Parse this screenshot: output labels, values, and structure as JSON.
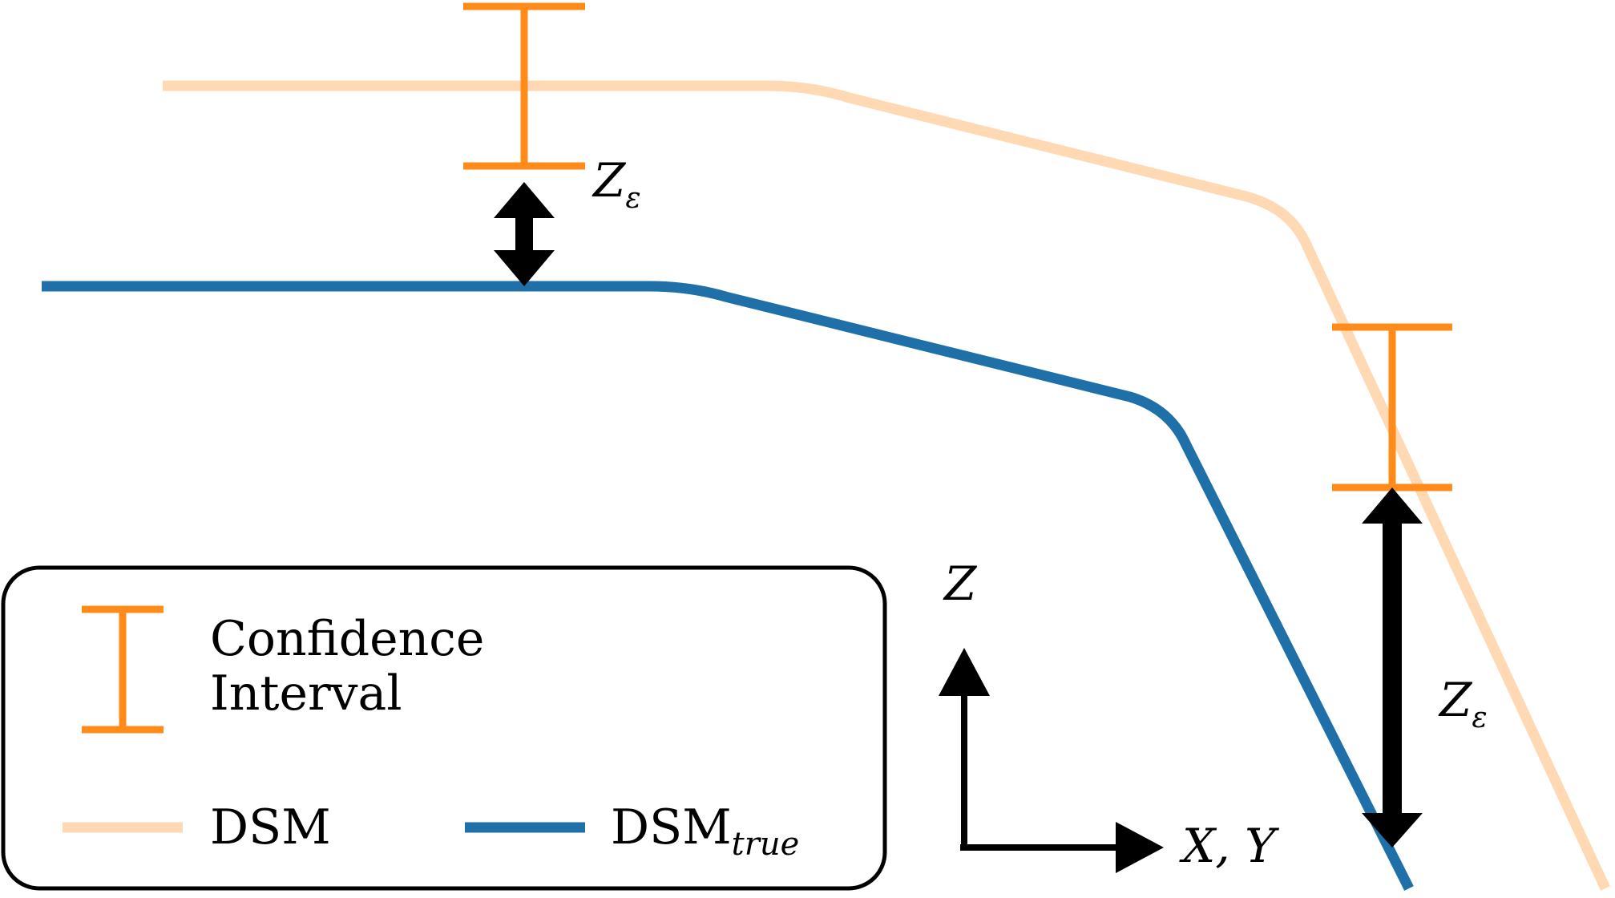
{
  "colors": {
    "confidence_interval": "#ff8c1a",
    "dsm": "#ffd9b3",
    "dsm_true": "#1f6fa8",
    "arrow": "#000000",
    "legend_border": "#000000",
    "background": "#ffffff"
  },
  "labels": {
    "z_eps_top": {
      "base": "Z",
      "sub": "ε"
    },
    "z_eps_right": {
      "base": "Z",
      "sub": "ε"
    },
    "axis_z": "Z",
    "axis_xy": "X, Y"
  },
  "legend": {
    "confidence_line1": "Confidence",
    "confidence_line2": "Interval",
    "dsm": "DSM",
    "dsm_true_base": "DSM",
    "dsm_true_sub": "true"
  }
}
